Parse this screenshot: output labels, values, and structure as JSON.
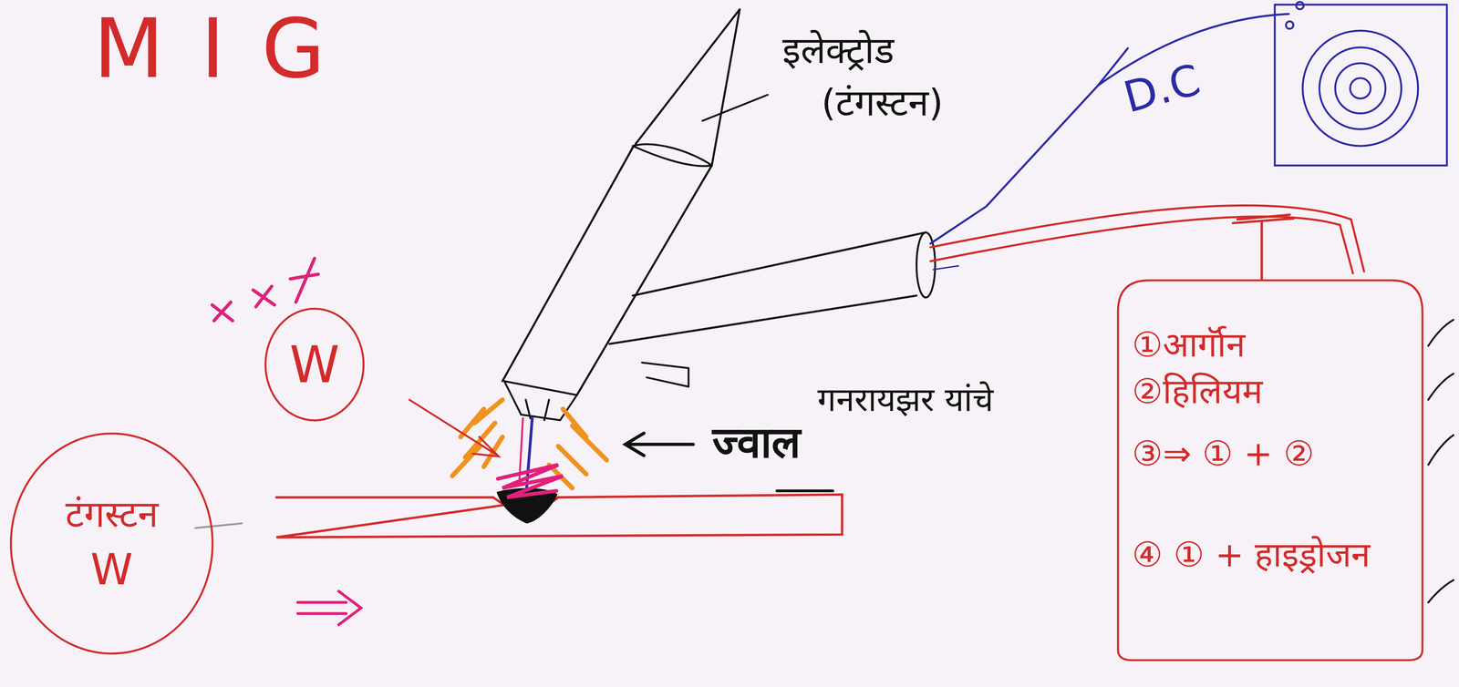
{
  "diagram": {
    "title": "MIG",
    "nodes": [
      {
        "text": [
          "W"
        ]
      },
      {
        "text": [
          "टंगस्टन",
          "W"
        ]
      },
      {
        "text": [
          "①आर्गॉन",
          "②हिलियम",
          "③⇒ ① + ②",
          "④ ① + हाइड्रोजन"
        ]
      }
    ],
    "labels": [
      "इलेक्ट्रोड",
      "(टंगस्टन)",
      "D.C",
      "ज्वाल",
      "गनरायझर यांचे"
    ]
  }
}
